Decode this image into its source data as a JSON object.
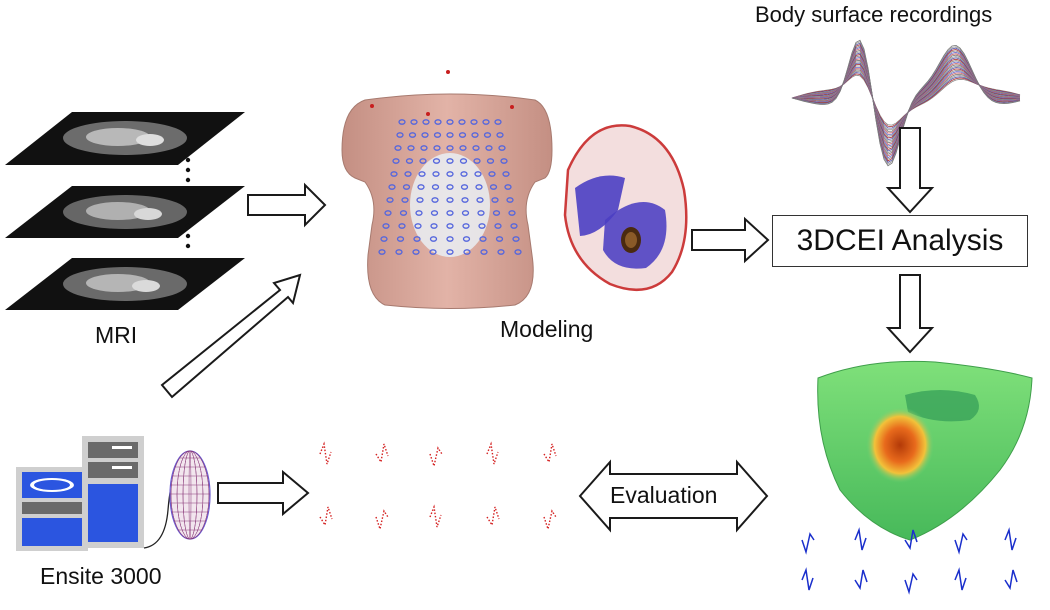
{
  "labels": {
    "body_surface": "Body surface recordings",
    "mri": "MRI",
    "modeling": "Modeling",
    "analysis": "3DCEI Analysis",
    "evaluation": "Evaluation",
    "ensite": "Ensite 3000"
  },
  "colors": {
    "arrow_stroke": "#1a1a1a",
    "torso": "#d6a79b",
    "heart_green": "#5fcf63",
    "hotspot": "#e24a1a",
    "electrode": "#5566dd",
    "trace_red": "#d42020",
    "trace_blue": "#1a2fcc",
    "device_blue": "#2b55e0"
  }
}
